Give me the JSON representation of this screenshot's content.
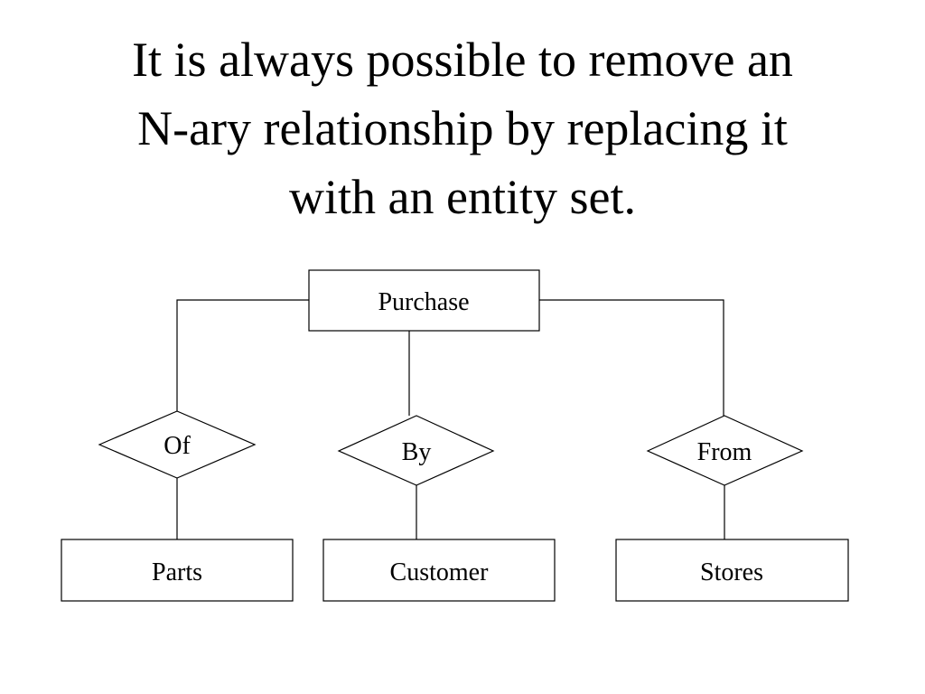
{
  "slide": {
    "title_lines": [
      "It is always possible to remove an",
      "N-ary relationship by replacing it",
      "with an entity set."
    ]
  },
  "diagram": {
    "entities": {
      "purchase": "Purchase",
      "parts": "Parts",
      "customer": "Customer",
      "stores": "Stores"
    },
    "relationships": {
      "of": "Of",
      "by": "By",
      "from": "From"
    }
  }
}
